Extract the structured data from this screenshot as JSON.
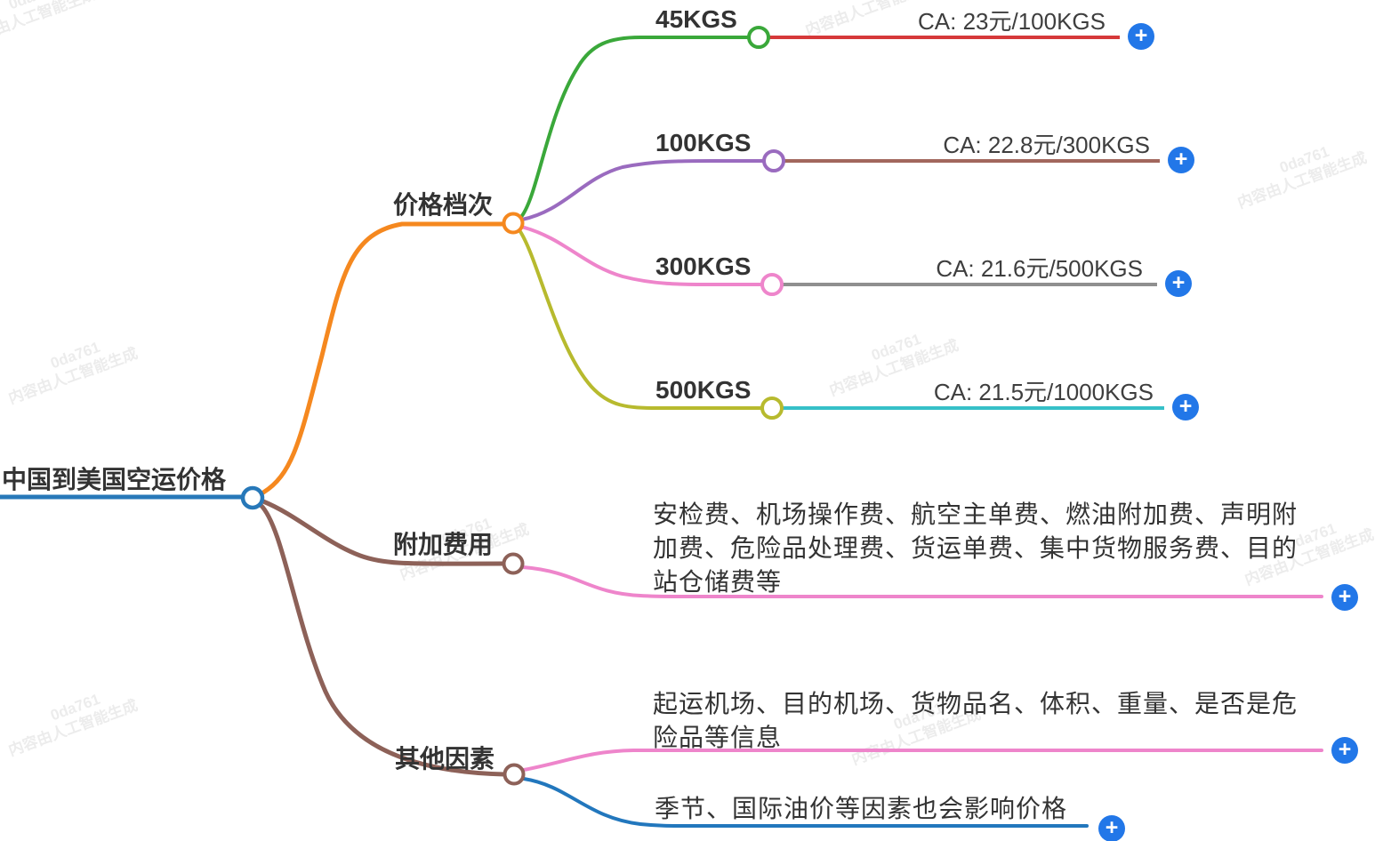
{
  "root": {
    "label": "中国到美国空运价格",
    "color": "#2778b9"
  },
  "branches": {
    "price_tiers": {
      "label": "价格档次",
      "color": "#f5881f",
      "children": [
        {
          "label": "45KGS",
          "node_color": "#3aa83a",
          "value": "CA: 23元/100KGS",
          "line_color": "#d6393a"
        },
        {
          "label": "100KGS",
          "node_color": "#9a6bbf",
          "value": "CA: 22.8元/300KGS",
          "line_color": "#a2675d"
        },
        {
          "label": "300KGS",
          "node_color": "#ee85cb",
          "value": "CA: 21.6元/500KGS",
          "line_color": "#8f8f8f"
        },
        {
          "label": "500KGS",
          "node_color": "#b7ba2e",
          "value": "CA: 21.5元/1000KGS",
          "line_color": "#36c0c8"
        }
      ]
    },
    "surcharges": {
      "label": "附加费用",
      "color": "#8d6158",
      "children": [
        {
          "value": "安检费、机场操作费、航空主单费、燃油附加费、声明附加费、危险品处理费、货运单费、集中货物服务费、目的站仓储费等",
          "line_color": "#ee85cb"
        }
      ]
    },
    "other_factors": {
      "label": "其他因素",
      "color": "#8d6158",
      "children": [
        {
          "value": "起运机场、目的机场、货物品名、体积、重量、是否是危险品等信息",
          "line_color": "#ee85cb"
        },
        {
          "value": "季节、国际油价等因素也会影响价格",
          "line_color": "#2277bd"
        }
      ]
    }
  },
  "watermark": {
    "line1": "0da761",
    "line2": "内容由人工智能生成",
    "color": "#ececec"
  },
  "plus_button": {
    "glyph": "+",
    "color": "#2277e8"
  }
}
